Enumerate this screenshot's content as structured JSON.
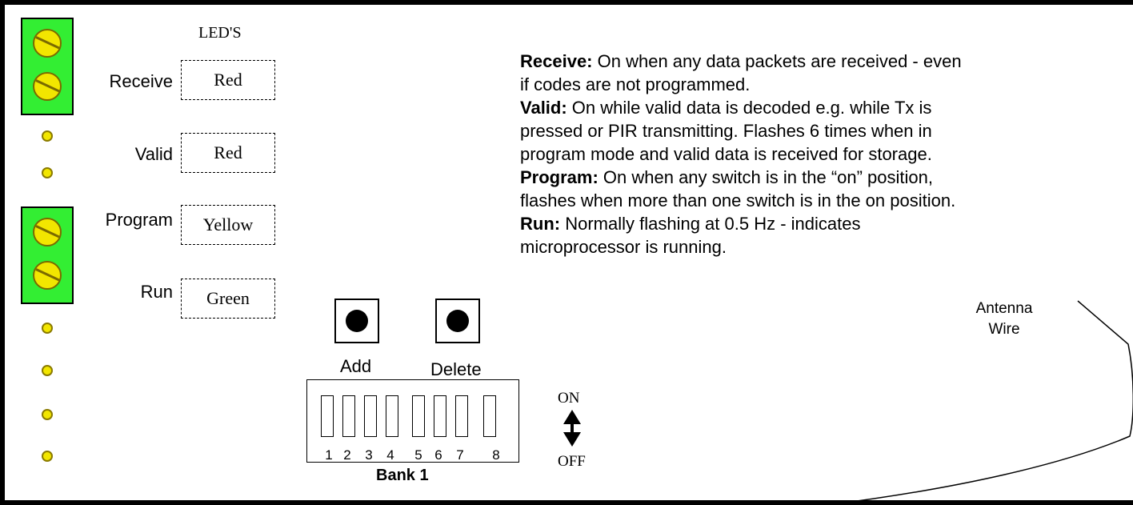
{
  "leds_title": "LED'S",
  "leds": [
    {
      "label": "Receive",
      "color": "Red"
    },
    {
      "label": "Valid",
      "color": "Red"
    },
    {
      "label": "Program",
      "color": "Yellow"
    },
    {
      "label": "Run",
      "color": "Green"
    }
  ],
  "description": [
    {
      "term": "Receive:",
      "lines": [
        " On when any data packets are received - even",
        "if codes are not programmed."
      ]
    },
    {
      "term": "Valid:",
      "lines": [
        " On while valid data is decoded e.g. while Tx is",
        "pressed or PIR transmitting. Flashes 6 times when in",
        "program mode and valid data is received for storage."
      ]
    },
    {
      "term": "Program:",
      "lines": [
        " On when any switch is in the “on” position,",
        "flashes when more than one switch is in the on position."
      ]
    },
    {
      "term": "Run:",
      "lines": [
        " Normally flashing at 0.5 Hz  - indicates",
        "microprocessor is running."
      ]
    }
  ],
  "buttons": {
    "add": "Add",
    "delete": "Delete"
  },
  "dip_switch": {
    "numbers": [
      "1",
      "2",
      "3",
      "4",
      "5",
      "6",
      "7",
      "8"
    ],
    "bank_label": "Bank 1"
  },
  "on_label": "ON",
  "off_label": "OFF",
  "antenna_label": [
    "Antenna",
    "Wire"
  ],
  "colors": {
    "terminal": "#33ee33",
    "screw": "#f2e600",
    "led": "#f2e600"
  }
}
